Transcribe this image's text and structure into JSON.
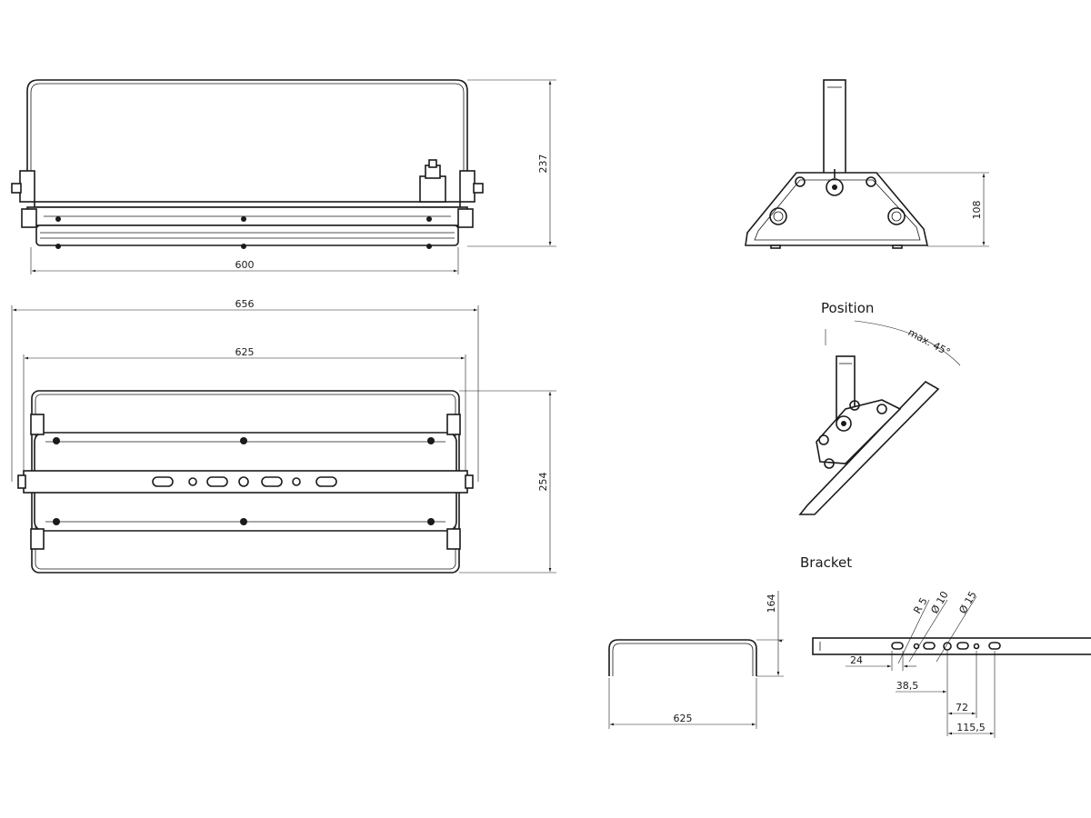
{
  "views": {
    "front": {
      "width": "600",
      "height": "237"
    },
    "top": {
      "overall_width": "656",
      "inner_width": "625",
      "depth": "254"
    },
    "side": {
      "height": "108"
    },
    "position": {
      "title": "Position",
      "angle_label": "max. 45°"
    },
    "bracket": {
      "title": "Bracket",
      "length": "625",
      "height": "164",
      "slot_radius": "R 5",
      "hole_small": "Ø 10",
      "hole_large": "Ø 15",
      "dim_24": "24",
      "dim_38_5": "38,5",
      "dim_72": "72",
      "dim_115_5": "115,5"
    }
  }
}
